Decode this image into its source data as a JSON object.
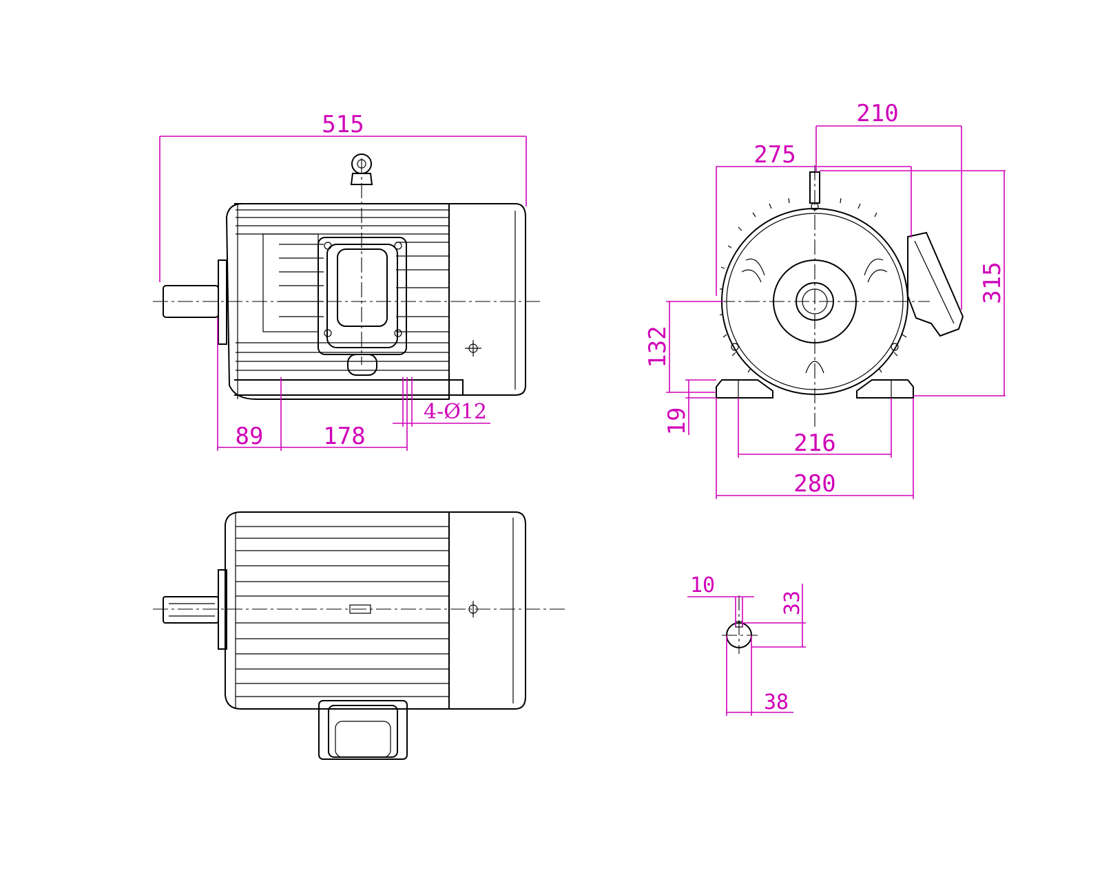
{
  "drawing": {
    "front_view": {
      "overall_length": "515",
      "shaft_to_foot_hole": "89",
      "foot_hole_spacing": "178",
      "foot_holes": "4-Ø12"
    },
    "end_view": {
      "terminal_box_offset": "210",
      "overall_width": "275",
      "overall_height": "315",
      "shaft_center_height": "132",
      "foot_thickness": "19",
      "foot_hole_spacing": "216",
      "foot_width": "280"
    },
    "shaft_detail": {
      "key_width": "10",
      "key_height": "33",
      "shaft_diameter": "38"
    }
  }
}
